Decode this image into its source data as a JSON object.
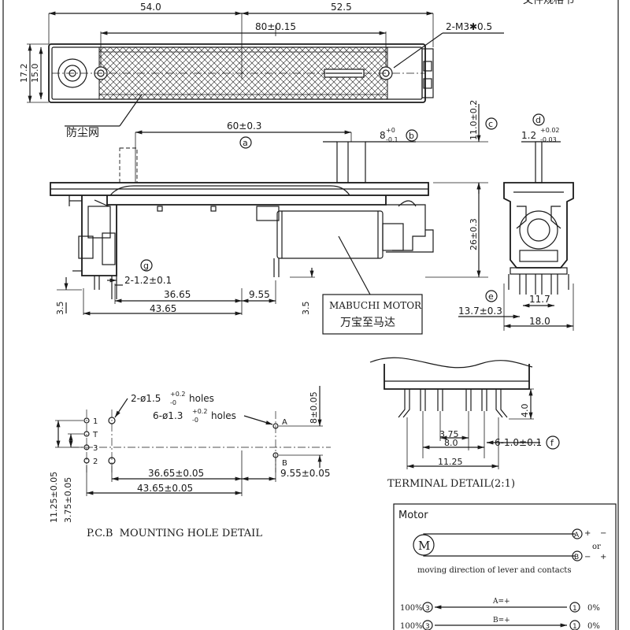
{
  "header_partial": "文件规格书",
  "top_view": {
    "dim_left": "54.0",
    "dim_right": "52.5",
    "dim_holes": "80±0.15",
    "screw_note": "2-M3✱0.5",
    "height_outer": "17.2",
    "height_inner": "15.0",
    "dust_screen_label": "防尘网"
  },
  "side_view": {
    "dim_a": "60±0.3",
    "tag_a": "a",
    "dim_b": "8",
    "dim_b_tol_up": "+0",
    "dim_b_tol_down": "-0.1",
    "tag_b": "b",
    "dim_c": "11.0±0.2",
    "tag_c": "c",
    "dim_26": "26±0.3",
    "tag_g": "g",
    "pin_note": "2-1.2±0.1",
    "dim_3665": "36.65",
    "dim_955": "9.55",
    "dim_4365": "43.65",
    "dim_35_left": "3.5",
    "dim_35_right": "3.5",
    "motor_en": "MABUCHI MOTOR",
    "motor_cn": "万宝至马达"
  },
  "end_view": {
    "tag_d": "d",
    "dim_d": "1.2",
    "dim_d_tol_up": "+0.02",
    "dim_d_tol_down": "-0.03",
    "tag_e": "e",
    "dim_117": "11.7",
    "dim_137": "13.7±0.3",
    "dim_180": "18.0"
  },
  "pcb": {
    "holes_big": "2-ø1.5",
    "holes_big_tol_up": "+0.2",
    "holes_big_tol_down": "-0",
    "holes_big_suffix": "holes",
    "holes_small": "6-ø1.3",
    "holes_small_tol_up": "+0.2",
    "holes_small_tol_down": "-0",
    "holes_small_suffix": "holes",
    "pin1": "1",
    "pinT": "T",
    "pin3": "3",
    "pin2": "2",
    "pinA": "A",
    "pinB": "B",
    "dim_8": "8±0.05",
    "dim_3665": "36.65±0.05",
    "dim_955": "9.55±0.05",
    "dim_4365": "43.65±0.05",
    "dim_1125": "11.25±0.05",
    "dim_375": "3.75±0.05",
    "title": "P.C.B  MOUNTING HOLE DETAIL"
  },
  "terminal": {
    "dim_40": "4.0",
    "dim_375": "3.75",
    "dim_80": "8.0",
    "dim_1125": "11.25",
    "pin_note": "6-1.0±0.1",
    "tag_f": "f",
    "title": "TERMINAL DETAIL(2:1)"
  },
  "motor_box": {
    "title": "Motor",
    "motor_symbol": "M",
    "term_a": "A",
    "term_b": "B",
    "a_sign_1": "+",
    "a_sign_2": "−",
    "or_word": "or",
    "b_sign_1": "−",
    "b_sign_2": "+",
    "direction_note": "moving direction of lever and contacts",
    "row1_left": "100%",
    "row1_pin_left": "3",
    "row1_label": "A=+",
    "row1_pin_right": "1",
    "row1_right": "0%",
    "row2_left": "100%",
    "row2_pin_left": "3",
    "row2_label": "B=+",
    "row2_pin_right": "1",
    "row2_right": "0%"
  }
}
